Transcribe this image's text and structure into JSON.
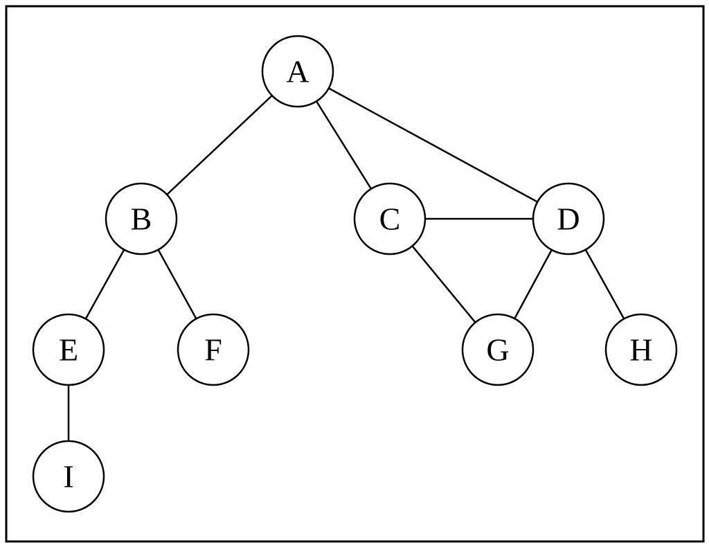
{
  "graph": {
    "nodes": [
      {
        "id": "A",
        "label": "A"
      },
      {
        "id": "B",
        "label": "B"
      },
      {
        "id": "C",
        "label": "C"
      },
      {
        "id": "D",
        "label": "D"
      },
      {
        "id": "E",
        "label": "E"
      },
      {
        "id": "F",
        "label": "F"
      },
      {
        "id": "G",
        "label": "G"
      },
      {
        "id": "H",
        "label": "H"
      },
      {
        "id": "I",
        "label": "I"
      }
    ],
    "edges": [
      {
        "from": "A",
        "to": "B"
      },
      {
        "from": "A",
        "to": "C"
      },
      {
        "from": "A",
        "to": "D"
      },
      {
        "from": "B",
        "to": "E"
      },
      {
        "from": "B",
        "to": "F"
      },
      {
        "from": "C",
        "to": "D"
      },
      {
        "from": "C",
        "to": "G"
      },
      {
        "from": "D",
        "to": "G"
      },
      {
        "from": "D",
        "to": "H"
      },
      {
        "from": "E",
        "to": "I"
      }
    ]
  }
}
